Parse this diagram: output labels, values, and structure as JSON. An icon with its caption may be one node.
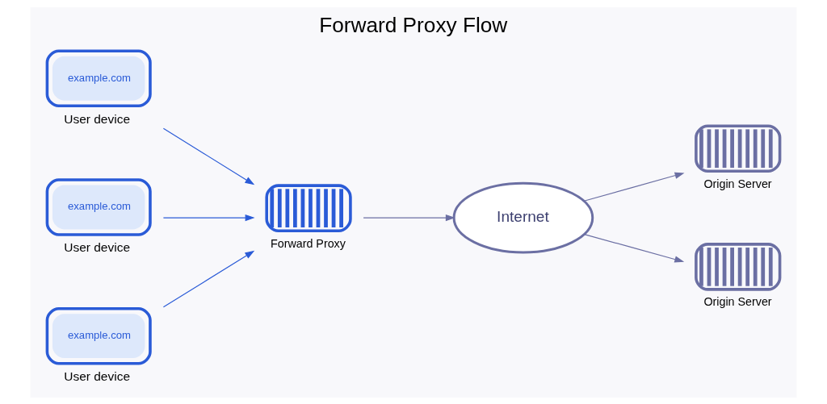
{
  "diagram": {
    "title": "Forward Proxy Flow",
    "nodes": [
      {
        "text": [
          "example.com",
          "User device"
        ]
      },
      {
        "text": [
          "example.com",
          "User device"
        ]
      },
      {
        "text": [
          "example.com",
          "User device"
        ]
      },
      {
        "text": [
          "Forward Proxy"
        ]
      },
      {
        "text": [
          "Internet"
        ]
      },
      {
        "text": [
          "Origin Server"
        ]
      },
      {
        "text": [
          "Origin Server"
        ]
      }
    ],
    "edges": [
      {
        "from": 0,
        "to": 3,
        "arrow": "to",
        "color": "#2a5bd7"
      },
      {
        "from": 1,
        "to": 3,
        "arrow": "to",
        "color": "#2a5bd7"
      },
      {
        "from": 2,
        "to": 3,
        "arrow": "to",
        "color": "#2a5bd7"
      },
      {
        "from": 3,
        "to": 4,
        "arrow": "to",
        "color": "#6b6fa3"
      },
      {
        "from": 4,
        "to": 5,
        "arrow": "to",
        "color": "#6b6fa3"
      },
      {
        "from": 4,
        "to": 6,
        "arrow": "to",
        "color": "#6b6fa3"
      }
    ]
  }
}
